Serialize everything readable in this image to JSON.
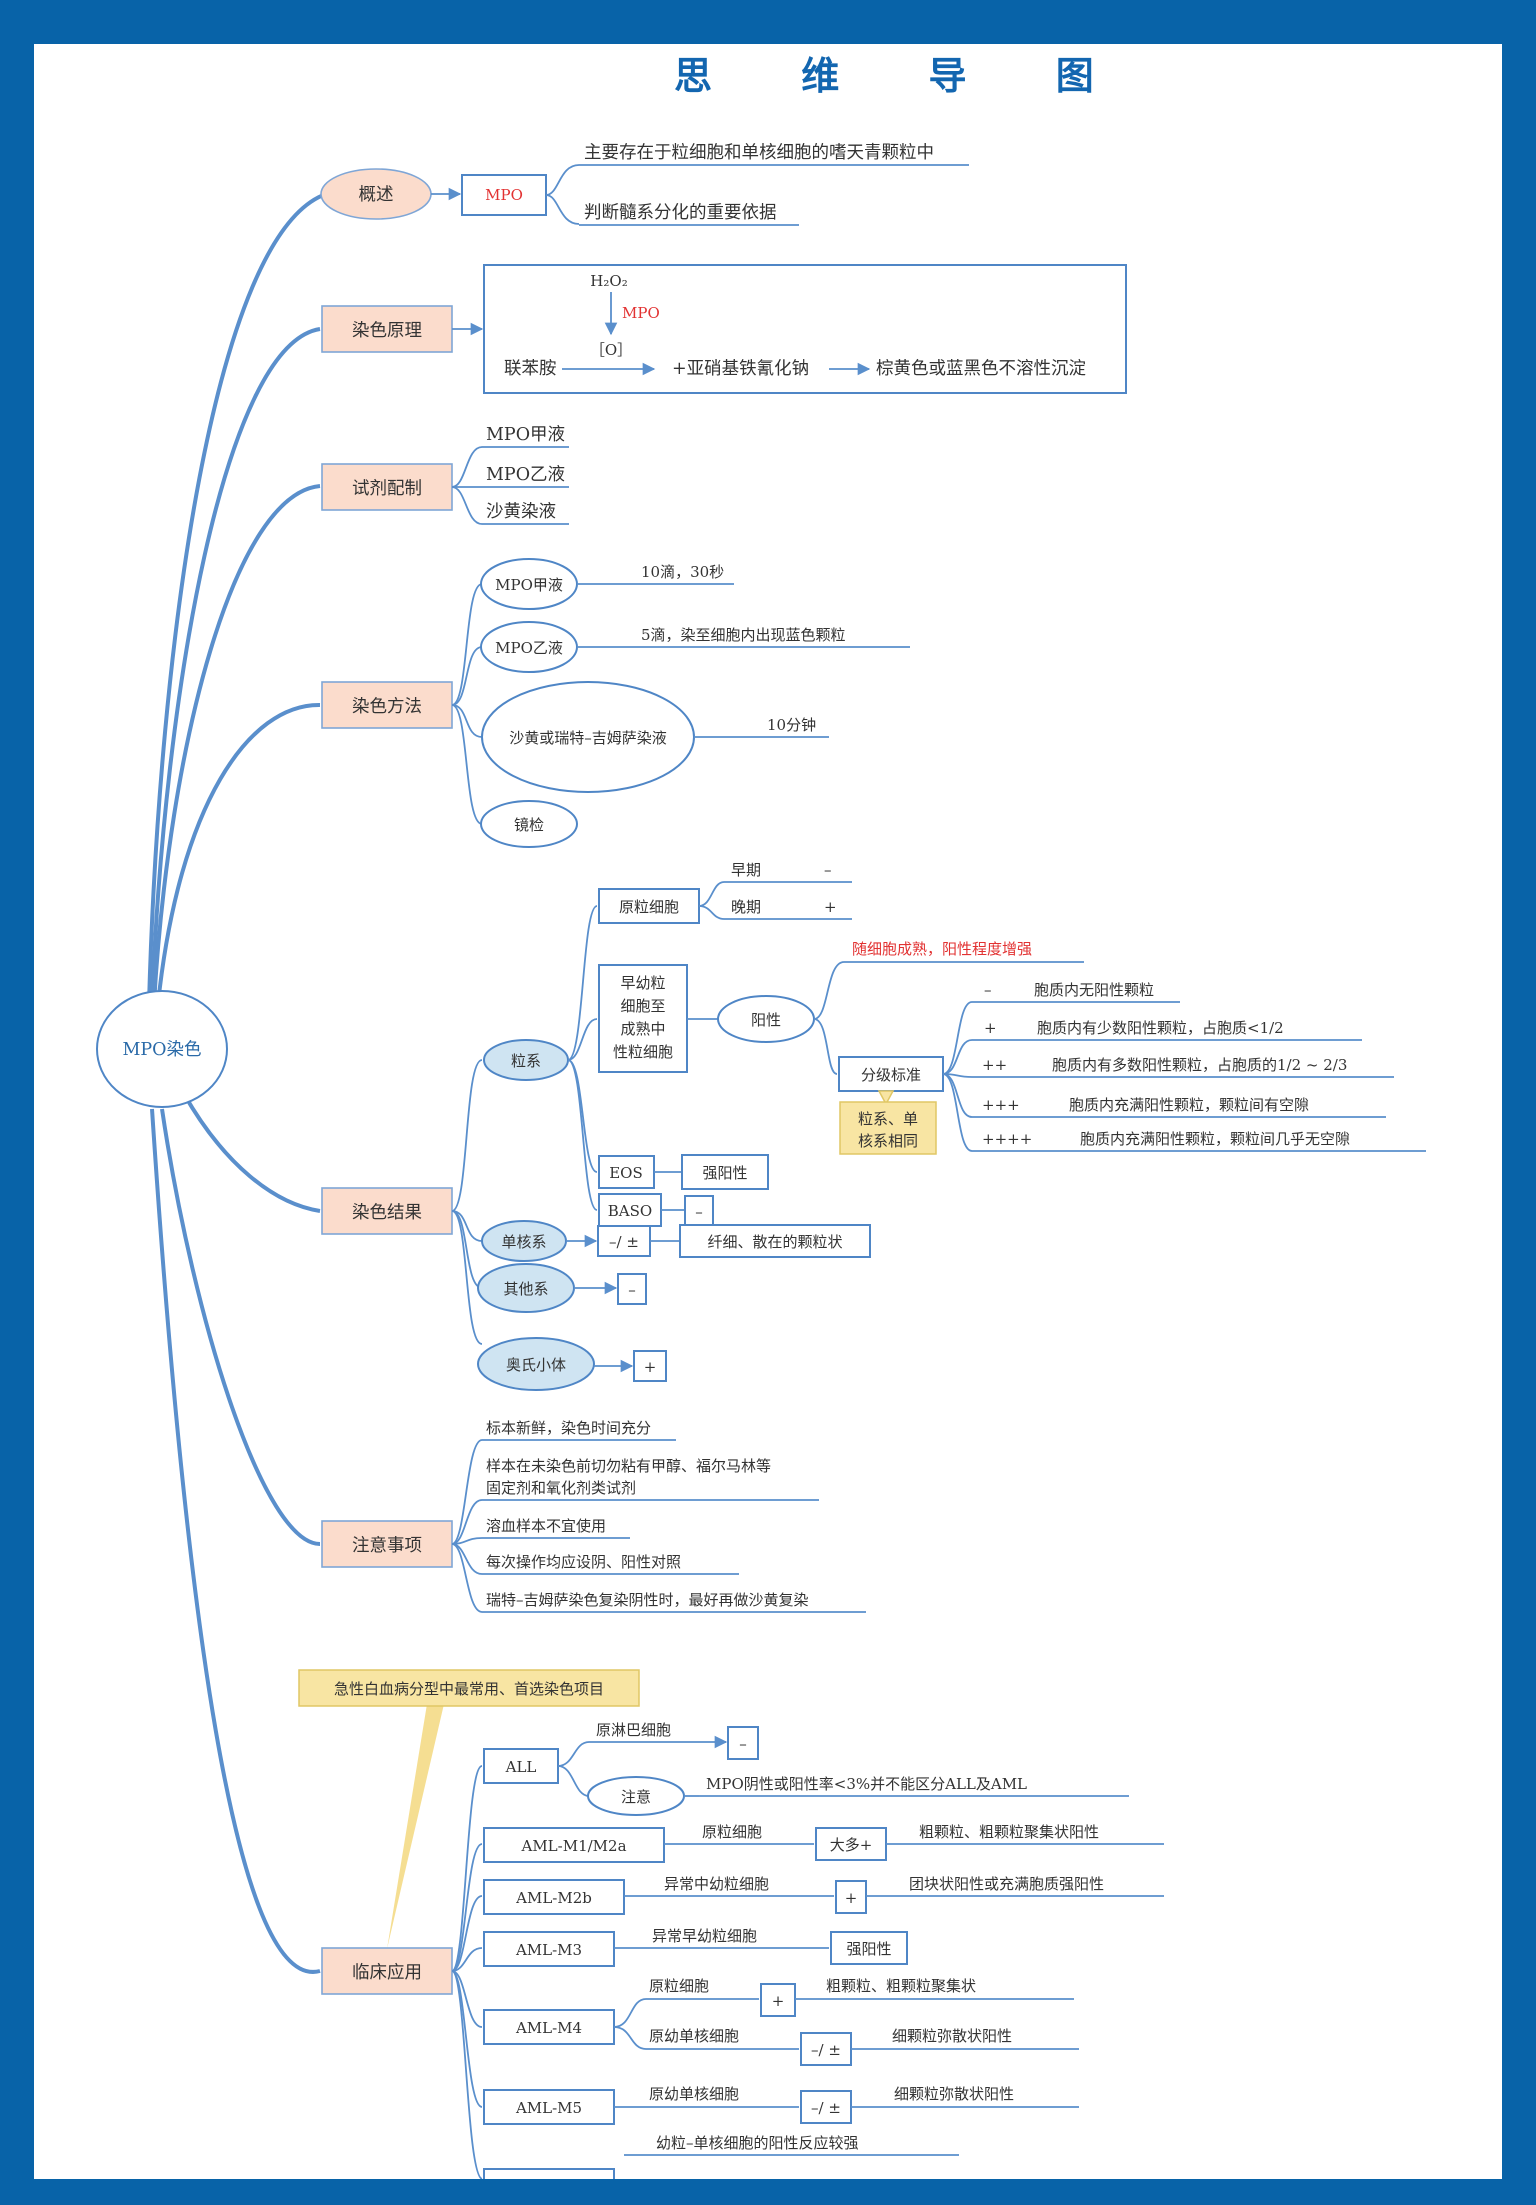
{
  "title": "思 维 导 图",
  "root": "MPO染色",
  "overview": {
    "label": "概述",
    "node": "MPO",
    "items": [
      "主要存在于粒细胞和单核细胞的嗜天青颗粒中",
      "判断髓系分化的重要依据"
    ]
  },
  "principle": {
    "label": "染色原理",
    "h2o2": "H₂O₂",
    "enzyme": "MPO",
    "oxygen": "［O］",
    "substrate": "联苯胺",
    "reagent": "+亚硝基铁氰化钠",
    "product": "棕黄色或蓝黑色不溶性沉淀"
  },
  "reagents": {
    "label": "试剂配制",
    "items": [
      "MPO甲液",
      "MPO乙液",
      "沙黄染液"
    ]
  },
  "method": {
    "label": "染色方法",
    "steps": [
      {
        "name": "MPO甲液",
        "detail": "10滴，30秒"
      },
      {
        "name": "MPO乙液",
        "detail": "5滴，染至细胞内出现蓝色颗粒"
      },
      {
        "name": "沙黄或瑞特–吉姆萨染液",
        "detail": "10分钟"
      },
      {
        "name": "镜检",
        "detail": ""
      }
    ]
  },
  "result": {
    "label": "染色结果",
    "granulocyte": {
      "label": "粒系",
      "myeloblast": "原粒细胞",
      "early": "早期",
      "early_value": "–",
      "late": "晚期",
      "late_value": "+",
      "mature_l1": "早幼粒",
      "mature_l2": "细胞至",
      "mature_l3": "成熟中",
      "mature_l4": "性粒细胞",
      "positive": "阳性",
      "trend": "随细胞成熟，阳性程度增强",
      "grading": "分级标准",
      "grading_note_l1": "粒系、单",
      "grading_note_l2": "核系相同",
      "grades": [
        {
          "sym": "–",
          "desc": "胞质内无阳性颗粒"
        },
        {
          "sym": "+",
          "desc": "胞质内有少数阳性颗粒，占胞质<1/2"
        },
        {
          "sym": "++",
          "desc": "胞质内有多数阳性颗粒，占胞质的1/2 ~ 2/3"
        },
        {
          "sym": "+++",
          "desc": "胞质内充满阳性颗粒，颗粒间有空隙"
        },
        {
          "sym": "++++",
          "desc": "胞质内充满阳性颗粒，颗粒间几乎无空隙"
        }
      ],
      "eos": "EOS",
      "eos_value": "强阳性",
      "baso": "BASO",
      "baso_value": "–"
    },
    "monocyte": {
      "label": "单核系",
      "value": "–/ ±",
      "desc": "纤细、散在的颗粒状"
    },
    "others": {
      "label": "其他系",
      "value": "–"
    },
    "auer": {
      "label": "奥氏小体",
      "value": "+"
    }
  },
  "precautions": {
    "label": "注意事项",
    "items": [
      "标本新鲜，染色时间充分",
      "样本在未染色前切勿粘有甲醇、福尔马林等",
      "固定剂和氧化剂类试剂",
      "溶血样本不宜使用",
      "每次操作均应设阴、阳性对照",
      "瑞特–吉姆萨染色复染阴性时，最好再做沙黄复染"
    ]
  },
  "clinical": {
    "label": "临床应用",
    "note": "急性白血病分型中最常用、首选染色项目",
    "all": {
      "label": "ALL",
      "cell": "原淋巴细胞",
      "value": "–",
      "caution": "注意",
      "caution_text": "MPO阴性或阳性率<3%并不能区分ALL及AML"
    },
    "m1": {
      "label": "AML-M1/M2a",
      "cell": "原粒细胞",
      "value": "大多+",
      "desc": "粗颗粒、粗颗粒聚集状阳性"
    },
    "m2b": {
      "label": "AML-M2b",
      "cell": "异常中幼粒细胞",
      "value": "+",
      "desc": "团块状阳性或充满胞质强阳性"
    },
    "m3": {
      "label": "AML-M3",
      "cell": "异常早幼粒细胞",
      "value": "强阳性"
    },
    "m4": {
      "label": "AML-M4",
      "cell1": "原粒细胞",
      "value1": "+",
      "desc1": "粗颗粒、粗颗粒聚集状",
      "cell2": "原幼单核细胞",
      "value2": "–/ ±",
      "desc2": "细颗粒弥散状阳性"
    },
    "m5": {
      "label": "AML-M5",
      "cell": "原幼单核细胞",
      "value": "–/ ±",
      "desc": "细颗粒弥散状阳性"
    },
    "next": "幼粒–单核细胞的阳性反应较强"
  }
}
